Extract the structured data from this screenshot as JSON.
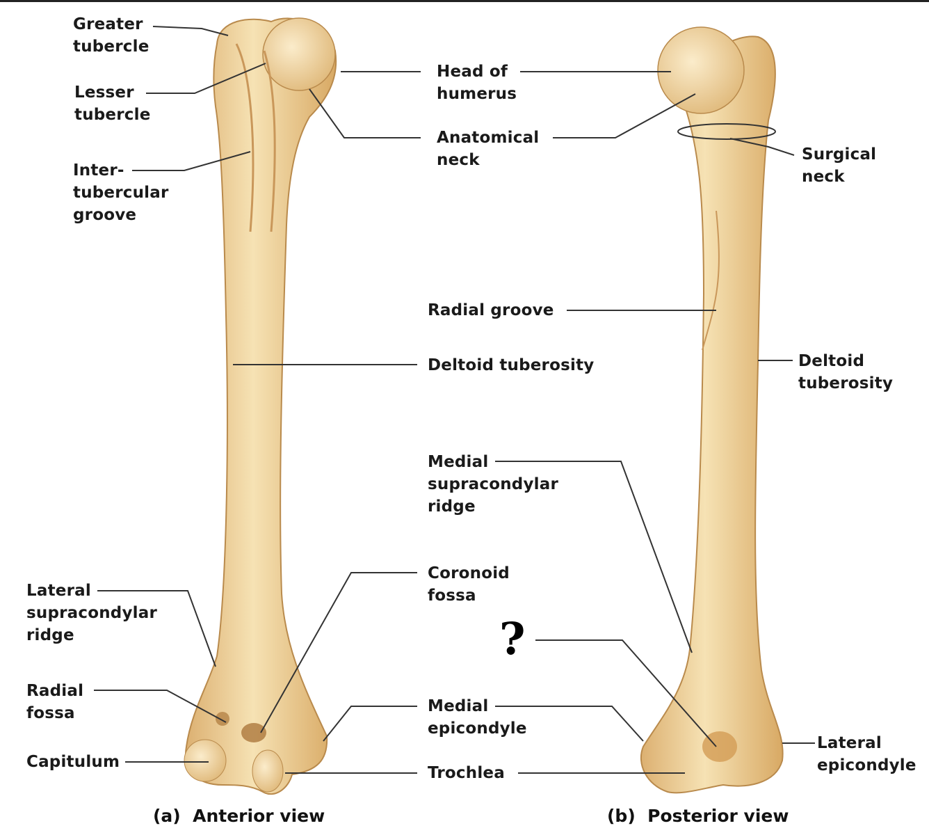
{
  "colors": {
    "bone": "#f1d9a6",
    "bone_shade": "#d9ae6a",
    "bone_outline": "#b98a4c",
    "leader": "#333333"
  },
  "labels": {
    "greater_tubercle": "Greater\ntubercle",
    "lesser_tubercle": "Lesser\ntubercle",
    "intertubercular_groove": "Inter-\ntubercular\ngroove",
    "head_of_humerus": "Head of\nhumerus",
    "anatomical_neck": "Anatomical\nneck",
    "surgical_neck": "Surgical\nneck",
    "radial_groove": "Radial groove",
    "deltoid_tuberosity_anterior": "Deltoid tuberosity",
    "deltoid_tuberosity_posterior": "Deltoid\ntuberosity",
    "medial_supracondylar_ridge": "Medial\nsupracondylar\nridge",
    "coronoid_fossa": "Coronoid\nfossa",
    "unknown_label": "?",
    "lateral_supracondylar_ridge": "Lateral\nsupracondylar\nridge",
    "radial_fossa": "Radial\nfossa",
    "capitulum": "Capitulum",
    "medial_epicondyle": "Medial\nepicondyle",
    "trochlea": "Trochlea",
    "lateral_epicondyle": "Lateral\nepicondyle"
  },
  "captions": {
    "anterior": "(a)  Anterior view",
    "posterior": "(b)  Posterior view"
  }
}
